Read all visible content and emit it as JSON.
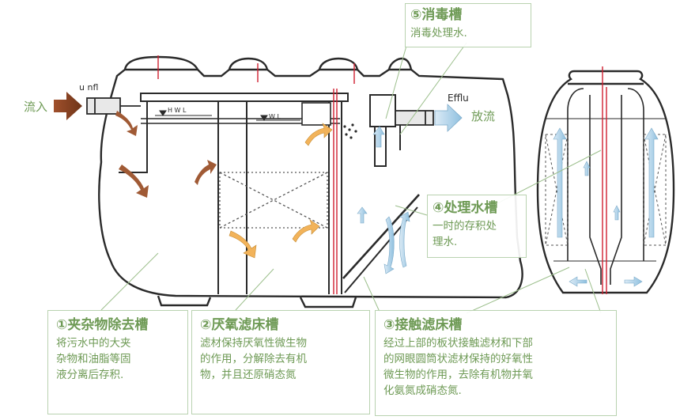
{
  "labels": {
    "inflow_cn": "流入",
    "inflow_en": "u nfl",
    "effluent_en": "Efflu",
    "effluent_cn": "放流",
    "hwl": "H W L",
    "wl": "W L"
  },
  "callouts": {
    "disinfection": {
      "title": "⑤消毒槽",
      "lines": [
        "消毒处理水."
      ]
    },
    "treated_water": {
      "title": "④处理水槽",
      "lines": [
        "一时的存积处",
        "理水."
      ]
    },
    "screening": {
      "title": "①夹杂物除去槽",
      "lines": [
        "将污水中的大夹",
        "杂物和油脂等固",
        "液分离后存积."
      ]
    },
    "anaerobic": {
      "title": "②厌氧滤床槽",
      "lines": [
        "滤材保持厌氧性微生物",
        "的作用，分解除去有机",
        "物，并且还原硝态氮"
      ]
    },
    "contact": {
      "title": "③接触滤床槽",
      "lines": [
        "经过上部的板状接触滤材和下部",
        "的网眼圆筒状滤材保持的好氧性",
        "微生物的作用，去除有机物并氧",
        "化氨氮成硝态氮."
      ]
    }
  },
  "colors": {
    "outline": "#2a2a2a",
    "text_green": "#6e9a55",
    "callout_border": "#b9d2b0",
    "arrow_brown": "#a05a35",
    "arrow_orange": "#f2b35a",
    "arrow_blue": "#9cc8e2",
    "pipe_red": "#d02030"
  }
}
